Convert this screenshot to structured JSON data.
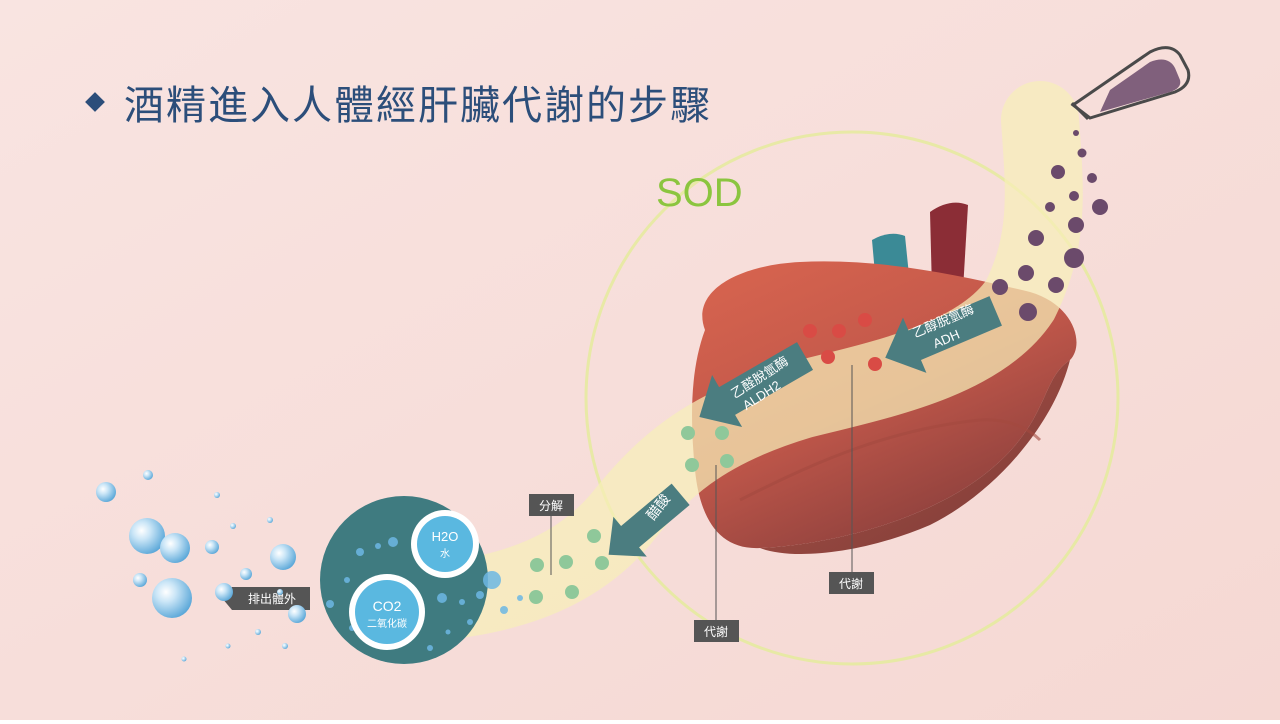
{
  "title": "酒精進入人體經肝臟代謝的步驟",
  "sod_label": "SOD",
  "enzymes": {
    "adh": {
      "name": "乙醇脫氫酶",
      "abbr": "ADH"
    },
    "aldh2": {
      "name": "乙醛脫氫酶",
      "abbr": "ALDH2"
    },
    "acetic_acid": "醋酸"
  },
  "tags": {
    "decompose": "分解",
    "metabolize_1": "代謝",
    "metabolize_2": "代謝",
    "excrete": "排出體外"
  },
  "products": {
    "h2o": {
      "formula": "H2O",
      "name": "水"
    },
    "co2": {
      "formula": "CO2",
      "name": "二氧化碳"
    }
  },
  "colors": {
    "background": "#f7dedb",
    "title": "#2c4e7a",
    "sod": "#8bc53f",
    "liver": "#c85a4a",
    "arrow": "#4b7d80",
    "flow": "#f7f0be",
    "alcohol_dot": "#6b4a6b",
    "acetaldehyde_dot": "#d94b45",
    "acetic_dot": "#8fc89a",
    "product_circle": "#3f7b80"
  },
  "icons": [
    "bottle-icon",
    "liver-icon",
    "bubble-icon"
  ]
}
